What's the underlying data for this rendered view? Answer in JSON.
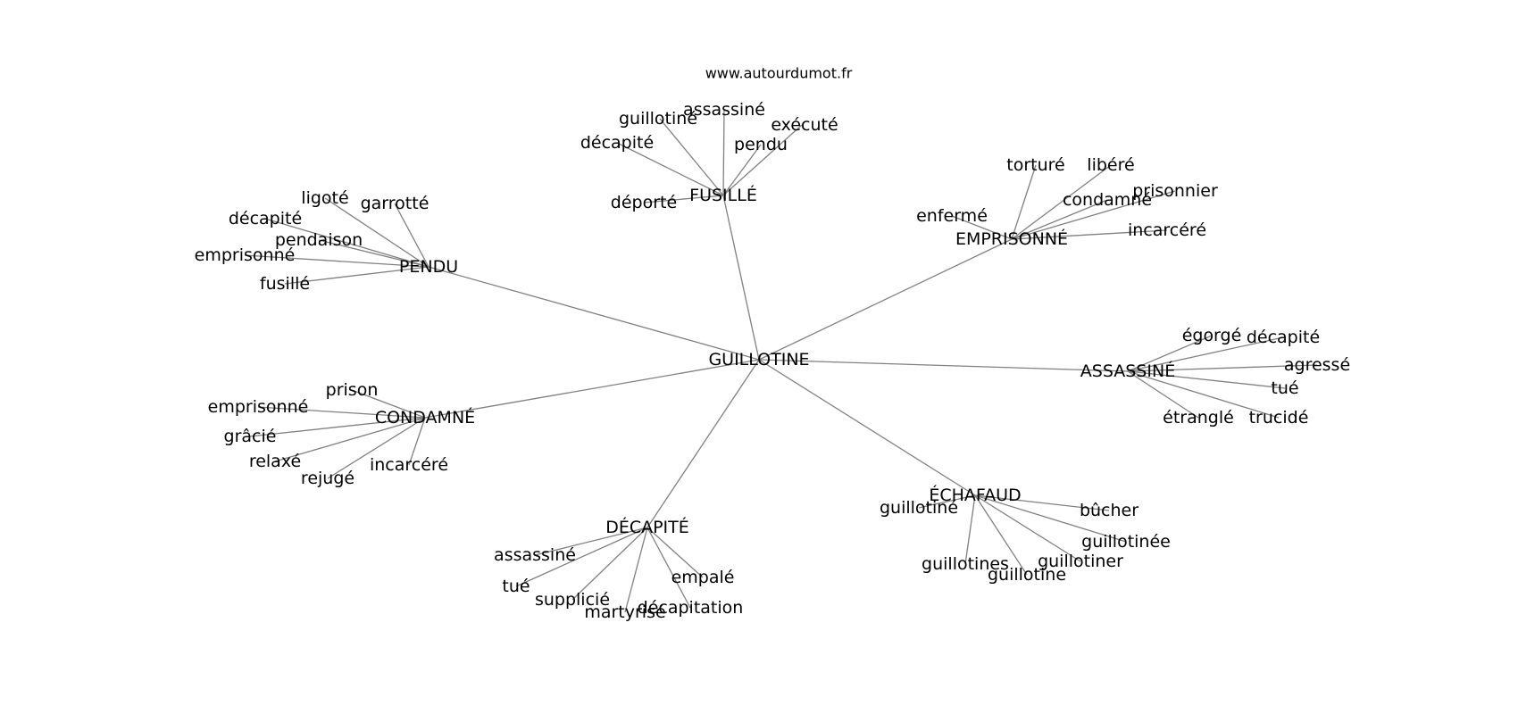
{
  "credit": "www.autourdumot.fr",
  "graph": {
    "center": "GUILLOTINE",
    "hubs": [
      {
        "label": "FUSILLÉ",
        "children": [
          "guillotiné",
          "assassiné",
          "exécuté",
          "décapité",
          "pendu",
          "déporté"
        ]
      },
      {
        "label": "PENDU",
        "children": [
          "ligoté",
          "garrotté",
          "décapité",
          "pendaison",
          "emprisonné",
          "fusillé"
        ]
      },
      {
        "label": "EMPRISONNÉ",
        "children": [
          "torturé",
          "libéré",
          "prisonnier",
          "condamné",
          "enfermé",
          "incarcéré"
        ]
      },
      {
        "label": "ASSASSINÉ",
        "children": [
          "égorgé",
          "décapité",
          "agressé",
          "tué",
          "étranglé",
          "trucidé"
        ]
      },
      {
        "label": "CONDAMNÉ",
        "children": [
          "prison",
          "emprisonné",
          "grâcié",
          "relaxé",
          "rejugé",
          "incarcéré"
        ]
      },
      {
        "label": "ÉCHAFAUD",
        "children": [
          "guillotiné",
          "bûcher",
          "guillotinée",
          "guillotines",
          "guillotiner",
          "guillotine"
        ]
      },
      {
        "label": "DÉCAPITÉ",
        "children": [
          "assassiné",
          "tué",
          "supplicié",
          "martyrisé",
          "décapitation",
          "empalé"
        ]
      }
    ]
  }
}
